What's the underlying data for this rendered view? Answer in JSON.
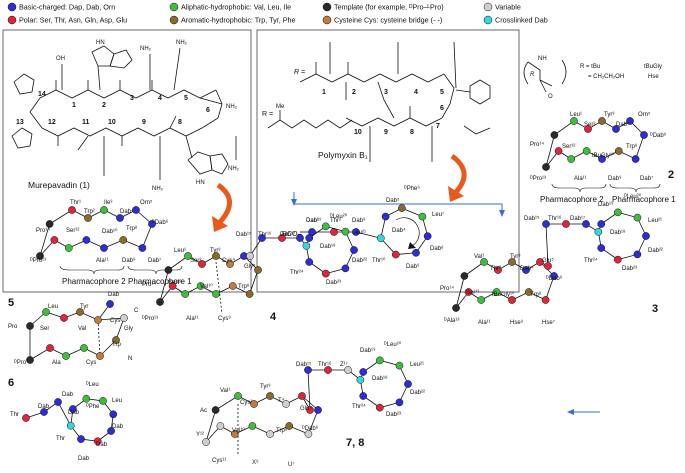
{
  "legend": {
    "basic": "Basic-charged: Dap, Dab, Orn",
    "aliphatic": "Aliphatic-hydrophobic: Val, Leu, Ile",
    "template": "Template (for example, ᴰPro–ᴸPro)",
    "variable": "Variable",
    "polar": "Polar: Ser, Thr, Asn, Gln, Asp, Glu",
    "aromatic": "Aromatic-hydrophobic: Trp, Tyr, Phe",
    "cysteine": "Cysteine Cys: cysteine bridge (- -)",
    "crosslinked": "Crosslinked Dab"
  },
  "colors": {
    "basic": "#2e2bd9",
    "polar": "#e0243c",
    "aliphatic": "#3dbf3a",
    "aromatic": "#8b6a2c",
    "template": "#2a2a2a",
    "cysteine": "#c47a3a",
    "variable": "#cfcfcf",
    "crosslinked": "#36d6de",
    "arrow": "#e85a1b"
  },
  "panel1": {
    "caption": "Murepavadin (1)",
    "residues": {
      "r1": "1",
      "r2": "2",
      "r3": "3",
      "r4": "4",
      "r5": "5",
      "r6": "6",
      "r8": "8",
      "r9": "9",
      "r10": "10",
      "r11": "11",
      "r12": "12",
      "r13": "13",
      "r14": "14"
    },
    "groups": {
      "nh2a": "NH₂",
      "nh2b": "NH₂",
      "nh2c": "NH₂",
      "nh2d": "NH₂",
      "nh2e": "NH₂",
      "nh": "HN",
      "nh2": "HN",
      "oh": "OH"
    },
    "ring": {
      "thr1": "Thr¹",
      "trp2": "Trp²",
      "ile3": "Ile³",
      "dab4": "Dab⁴",
      "orn5": "Orn⁵",
      "ddab6": "ᴰDab⁶",
      "dab7": "Dab⁷",
      "dab8": "Dab⁸",
      "trp8": "Trp⁸",
      "dab9": "Dab⁹",
      "ala11": "Ala¹¹",
      "ser12": "Ser¹²",
      "dpro13": "ᴰPro¹³",
      "pro14": "Pro¹⁴",
      "dab10": "Dab¹⁰"
    },
    "pharm2": "Pharmacophore 2",
    "pharm1": "Pharmacophore 1"
  },
  "panel2": {
    "caption": "Polymyxin B₁",
    "rgroup": "R =",
    "me": "Me",
    "residues": {
      "r1": "1",
      "r2": "2",
      "r3": "3",
      "r4": "4",
      "r5": "5",
      "r6": "6",
      "r7": "7",
      "r8": "8",
      "r9": "9",
      "r10": "10"
    },
    "ring": {
      "rco": "RCO–",
      "dab1": "Dab¹",
      "thr2": "Thr²",
      "dab3": "Dab³",
      "dab5": "Dab⁵",
      "dphe6": "ᴰPhe⁶",
      "leu7": "Leu⁷",
      "dab8": "Dab⁸",
      "dab9": "Dab⁹",
      "thr10": "Thr¹⁰",
      "dab4": "Dab⁴"
    }
  },
  "panel3": {
    "rdef": "R = tBu",
    "rdef2": "= CH₂CH₂OH",
    "tbugly": "tBuGly",
    "hse": "Hse",
    "ring": {
      "leu1": "Leu¹",
      "ser2": "Ser²",
      "tyr3": "Tyr³",
      "dab4": "Dab⁴",
      "orn5": "Orn⁵",
      "ddab6": "ᴰDab⁶",
      "pro14": "Pro¹⁴",
      "ser12": "Ser¹²",
      "tbugly10": "tBuGly¹⁰",
      "trp8": "Trp⁸",
      "dpro13": "ᴰPro¹³",
      "ala11": "Ala¹¹",
      "dab9": "Dab⁹",
      "dab7": "Dab⁷"
    },
    "num": "2",
    "pharm2": "Pharmacophore 2",
    "pharm1": "Pharmacophore 1"
  },
  "panel5": {
    "num": "5",
    "labels": {
      "leu": "Leu",
      "tyr": "Tyr",
      "dab": "Dab",
      "c": "C",
      "pro": "Pro",
      "ser": "Ser",
      "val": "Val",
      "cys": "Cys",
      "gly": "Gly",
      "trp": "Trp",
      "n": "N",
      "dpro": "ᴰPro",
      "ala": "Ala",
      "cys2": "Cys"
    }
  },
  "panel6": {
    "num": "6",
    "labels": {
      "thr": "Thr",
      "dab": "Dab",
      "dab2": "Dab",
      "dleu": "ᴰLeu",
      "leu": "Leu",
      "dphe": "ᴰPhe",
      "dab3": "Dab",
      "dab4": "Dab",
      "thr2": "Thr",
      "dab5": "Dab",
      "dab6": "Dab"
    }
  },
  "panel4": {
    "num": "4",
    "labels": {
      "leu1": "Leu¹",
      "ser2": "Ser²",
      "tyr3": "Tyr³",
      "cys4": "Cys⁴",
      "gly5": "Gly⁵",
      "pro14": "Pro¹⁴",
      "ser12": "Ser¹²",
      "val10": "Val¹⁰",
      "trp8": "Trp⁸",
      "dpro13": "ᴰPro¹³",
      "ala11": "Ala¹¹",
      "cys9": "Cys⁹",
      "dab15": "Dab¹⁵",
      "thr16": "Thr¹⁶",
      "dab17": "Dab¹⁷",
      "dab19": "Dab¹⁹",
      "dleu20": "ᴰLeu²⁰",
      "leu21": "Leu²¹",
      "dab18": "Dab¹⁸",
      "dab22": "Dab²²",
      "thr24": "Thr²⁴",
      "dab23": "Dab²³"
    }
  },
  "panel3b": {
    "num": "3",
    "labels": {
      "val1": "Val¹",
      "thr2": "Thr²",
      "tyr3": "Tyr³",
      "dab4": "Dab⁴",
      "glu5": "Glu⁵",
      "pro14": "Pro¹⁴",
      "ser12": "Ser¹²",
      "tbugly10": "tBuGly¹⁰",
      "trp8": "Trp⁸",
      "ddab6": "ᴰDab⁶",
      "dala13": "ᴰAla¹³",
      "ala11": "Ala¹¹",
      "hse9": "Hse⁹",
      "hse7": "Hse⁷",
      "dab15": "Dab¹⁵",
      "thr16": "Thr¹⁶",
      "dab17": "Dab¹⁷",
      "dab19": "Dab¹⁹",
      "dleu20": "ᴰLeu²⁰",
      "leu21": "Leu²¹",
      "dab18": "Dab¹⁸",
      "dab22": "Dab²²",
      "thr24": "Thr²⁴",
      "dab23": "Dab²³"
    }
  },
  "panel78": {
    "num": "7, 8",
    "labels": {
      "val1": "Val¹",
      "tyr3": "Tyr³",
      "ac": "Ac",
      "cys2": "Cys²",
      "t4": "T⁴",
      "glu5": "Glu⁵",
      "y12": "Y¹²",
      "val10": "Val¹⁰",
      "trp8": "Trp⁸",
      "ddab6": "ᴰDab⁶",
      "cys11": "Cys¹¹",
      "x9": "X⁹",
      "u7": "U⁷",
      "dab15": "Dab¹⁵",
      "thr16": "Thr¹⁶",
      "z17": "Z¹⁷",
      "dab19": "Dab¹⁹",
      "dleu20": "ᴰLeu²⁰",
      "leu21": "Leu²¹",
      "dab18": "Dab¹⁸",
      "dab22": "Dab²²",
      "thr24": "Thr²⁴",
      "dab23": "Dab²³"
    }
  }
}
